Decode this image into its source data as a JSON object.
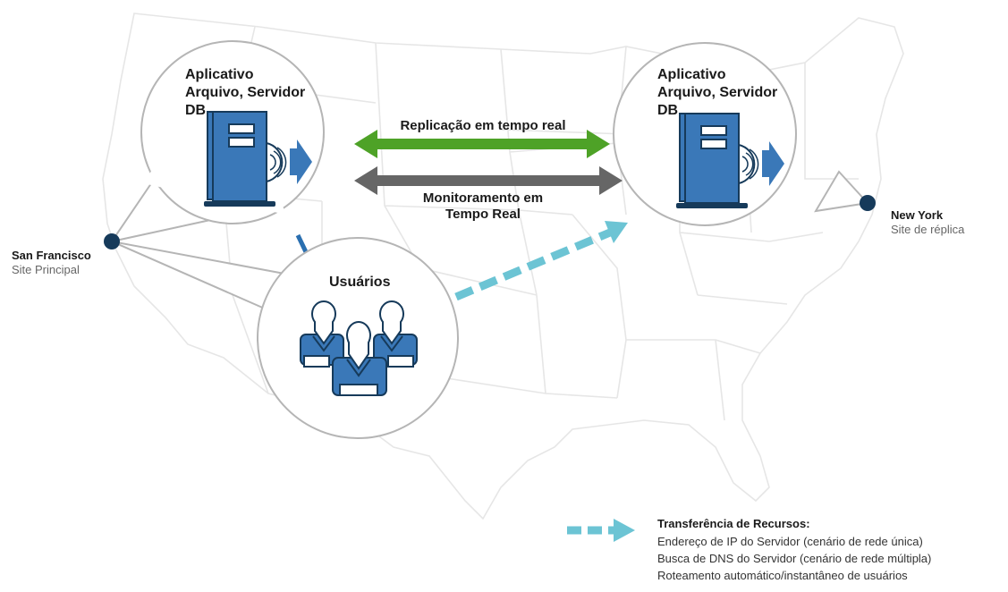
{
  "sites": {
    "primary": {
      "city": "San Francisco",
      "role": "Site Principal"
    },
    "replica": {
      "city": "New York",
      "role": "Site de réplica"
    }
  },
  "bubbles": {
    "left_server": {
      "lines": [
        "Aplicativo",
        "Arquivo, Servidor",
        "DB"
      ]
    },
    "right_server": {
      "lines": [
        "Aplicativo",
        "Arquivo, Servidor",
        "DB"
      ]
    },
    "users": {
      "title": "Usuários"
    }
  },
  "arrows": {
    "replication": {
      "label": "Replicação em tempo real",
      "color": "#4ea227"
    },
    "monitoring": {
      "lines": [
        "Monitoramento em",
        "Tempo Real"
      ],
      "color": "#666666"
    },
    "transfer_color": "#6cc4d4"
  },
  "legend": {
    "title": "Transferência de Recursos:",
    "items": [
      "Endereço de IP do Servidor (cenário de rede única)",
      "Busca de DNS do Servidor (cenário de rede múltipla)",
      "Roteamento automático/instantâneo de usuários"
    ]
  },
  "colors": {
    "server_blue": "#3a78b8",
    "dark_navy": "#163a5a",
    "map_lines": "#e6e6e6",
    "bubble_stroke": "#b5b5b5"
  }
}
